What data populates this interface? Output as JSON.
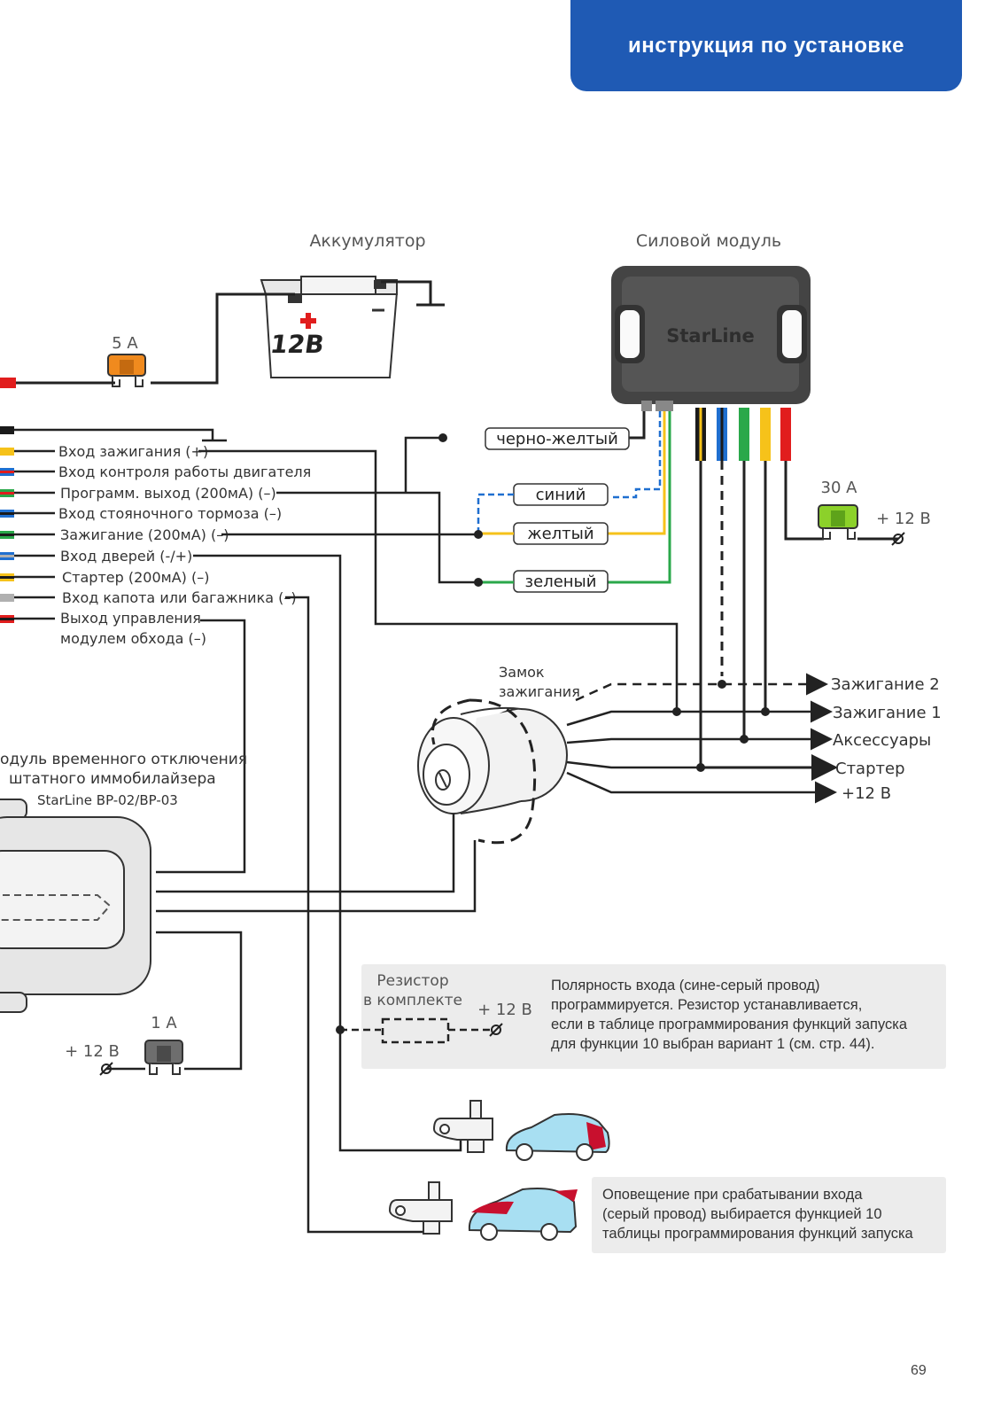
{
  "header": {
    "title": "инструкция по установке"
  },
  "page": {
    "number": "69"
  },
  "battery": {
    "label": "Аккумулятор",
    "voltage": "12В"
  },
  "power_module": {
    "label": "Силовой модуль",
    "brand": "StarLine"
  },
  "fuses": {
    "f5": "5 A",
    "f30": "30 A",
    "f1": "1 A"
  },
  "plus12": {
    "a": "+ 12 В",
    "b": "+ 12 В",
    "c": "+ 12 В"
  },
  "wire_colors": {
    "black": "#1a1a1a",
    "yellow": "#f6c21a",
    "blue": "#1f6fd0",
    "green": "#2aa84a",
    "red": "#e11d1d",
    "gray": "#b0b0b0",
    "orange": "#f08a1e",
    "lime": "#8cd12a"
  },
  "harness": {
    "items": [
      "Вход зажигания (+)",
      "Вход контроля работы двигателя",
      "Программ. выход (200мА) (–)",
      "Вход стояночного тормоза (–)",
      "Зажигание (200мА) (–)",
      "Вход дверей (-/+)",
      "Стартер (200мА) (–)",
      "Вход капота или багажника (–)",
      "Выход управления",
      "модулем обхода (–)"
    ]
  },
  "wire_tags": {
    "black_yellow": "черно-желтый",
    "blue": "синий",
    "yellow": "желтый",
    "green": "зеленый"
  },
  "ignition_lock": {
    "line1": "Замок",
    "line2": "зажигания"
  },
  "outputs": [
    "Зажигание 2",
    "Зажигание 1",
    "Аксессуары",
    "Стартер",
    "+12 В"
  ],
  "bypass_module": {
    "line1": "одуль временного отключения",
    "line2": "штатного иммобилайзера",
    "model": "StarLine BP-02/BP-03"
  },
  "resistor": {
    "line1": "Резистор",
    "line2": "в комплекте"
  },
  "notes": {
    "polarity": [
      "Полярность входа (сине-серый провод)",
      "программируется. Резистор устанавливается,",
      "если в таблице программирования функций запуска",
      "для функции 10 выбран вариант 1 (см. стр. 44)."
    ],
    "alert": [
      "Оповещение при срабатывании входа",
      "(серый провод) выбирается функцией 10",
      "таблицы программирования функций запуска"
    ]
  }
}
